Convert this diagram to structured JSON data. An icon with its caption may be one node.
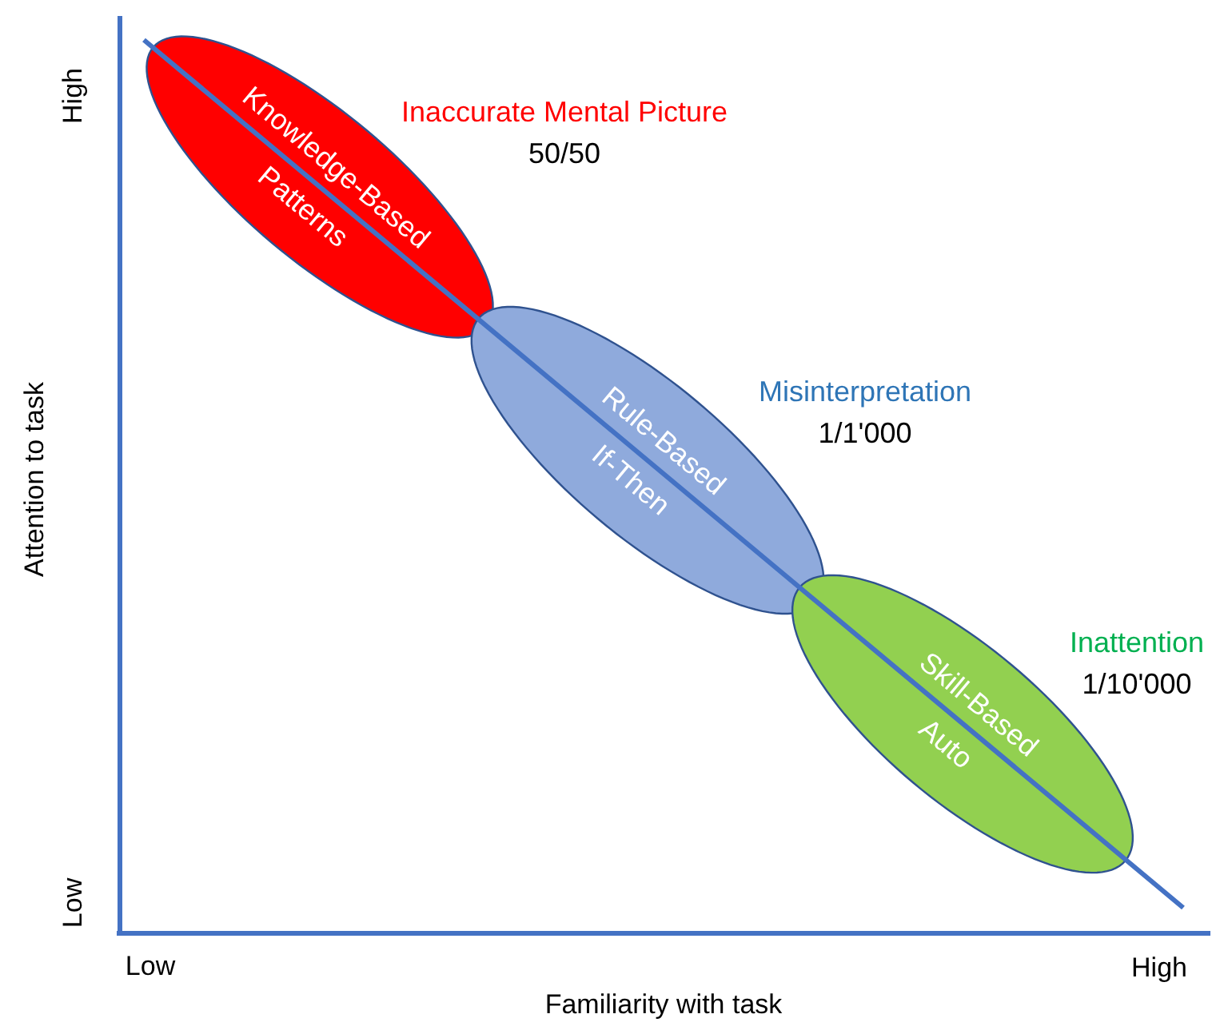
{
  "diagram": {
    "nodes": [
      {
        "text": [
          "Knowledge-Based Patterns",
          "Inaccurate Mental Picture",
          "50/50"
        ]
      },
      {
        "text": [
          "Rule-Based If-Then",
          "Misinterpretation",
          "1/1'000"
        ]
      },
      {
        "text": [
          "Skill-Based Auto",
          "Inattention",
          "1/10'000"
        ]
      }
    ],
    "labels": [
      "High",
      "Attention to task",
      "Low",
      "Low",
      "High",
      "Familiarity with task"
    ]
  }
}
